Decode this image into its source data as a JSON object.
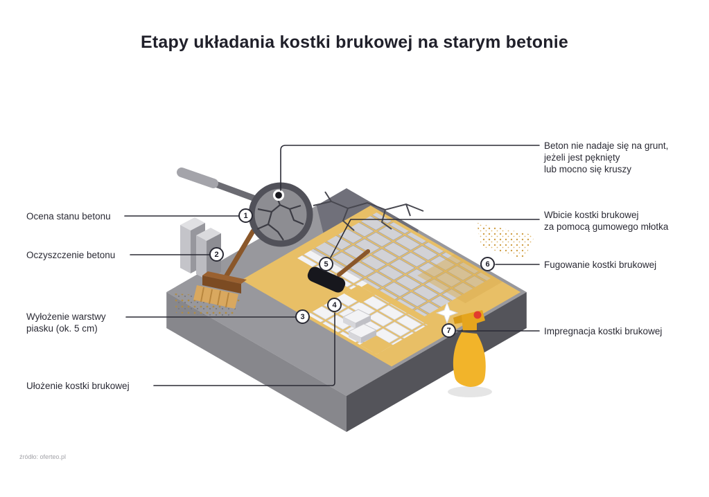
{
  "title": "Etapy układania kostki brukowej na starym betonie",
  "source": "źródło: oferteo.pl",
  "note": "Beton nie nadaje się na grunt,\njeżeli jest pęknięty\nlub mocno się kruszy",
  "steps": [
    {
      "number": "1",
      "label": "Ocena stanu betonu"
    },
    {
      "number": "2",
      "label": "Oczyszczenie betonu"
    },
    {
      "number": "3",
      "label": "Wyłożenie warstwy\npiasku (ok. 5 cm)"
    },
    {
      "number": "4",
      "label": "Ułożenie kostki brukowej"
    },
    {
      "number": "5",
      "label": "Wbicie kostki brukowej\nza pomocą gumowego młotka"
    },
    {
      "number": "6",
      "label": "Fugowanie kostki brukowej"
    },
    {
      "number": "7",
      "label": "Impregnacja kostki brukowej"
    }
  ],
  "colors": {
    "line": "#2a2a34",
    "concrete_top": "#98989d",
    "concrete_dark": "#54545a",
    "sand": "#e8bf66",
    "paver_gray": "#d2d2d6",
    "paver_white": "#f3f3f5",
    "spray_yellow": "#f2b42a",
    "cap_red": "#e23b2e",
    "wood_brown": "#8a572a"
  }
}
